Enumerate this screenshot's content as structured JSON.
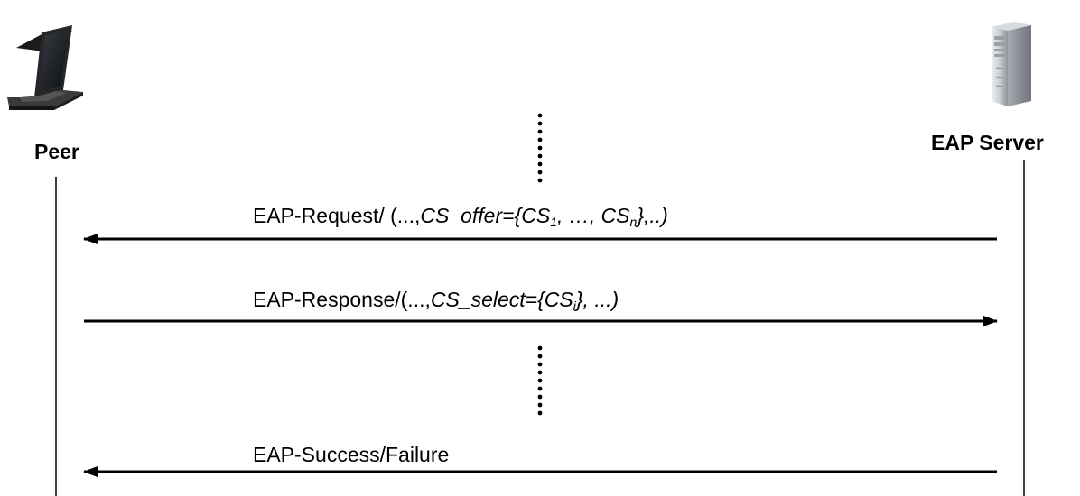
{
  "actors": {
    "peer": {
      "label": "Peer",
      "icon": "laptop-icon"
    },
    "server": {
      "label": "EAP Server",
      "icon": "server-tower-icon"
    }
  },
  "messages": {
    "request": {
      "prefix": "EAP-Request/ (...,",
      "italic_main": "CS_offer={CS",
      "sub1": "1",
      "mid": ", …, CS",
      "sub2": "n",
      "tail": "}",
      "suffix_plain": ",..)",
      "direction": "server-to-peer"
    },
    "response": {
      "prefix": "EAP-Response/(...,",
      "italic_main": "CS_select={CS",
      "sub1": "i",
      "tail": "}, ...)",
      "direction": "peer-to-server"
    },
    "result": {
      "label": "EAP-Success/Failure",
      "direction": "server-to-peer"
    }
  },
  "colors": {
    "line": "#000000",
    "laptop": "#2a2a2a",
    "server": "#c8cdd2"
  }
}
